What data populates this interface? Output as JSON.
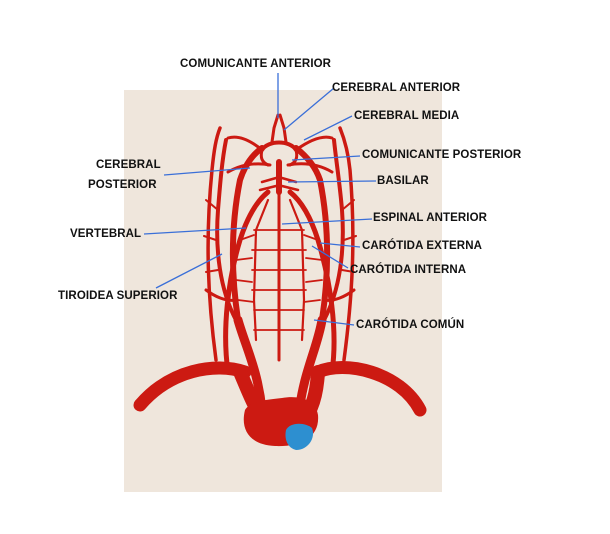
{
  "colors": {
    "paper": "#efe6dc",
    "artery": "#cc1a12",
    "artery_dark": "#a8130d",
    "leader": "#3a6fd8",
    "text": "#111111",
    "blue_patch": "#2d8fd0"
  },
  "labels": {
    "comunicante_anterior": "COMUNICANTE ANTERIOR",
    "cerebral_anterior": "CEREBRAL ANTERIOR",
    "cerebral_media": "CEREBRAL MEDIA",
    "cerebral_posterior_1": "CEREBRAL",
    "cerebral_posterior_2": "POSTERIOR",
    "comunicante_posterior": "COMUNICANTE POSTERIOR",
    "basilar": "BASILAR",
    "espinal_anterior": "ESPINAL ANTERIOR",
    "vertebral": "VERTEBRAL",
    "carotida_externa": "CARÓTIDA EXTERNA",
    "carotida_interna": "CARÓTIDA INTERNA",
    "tiroidea_superior": "TIROIDEA SUPERIOR",
    "carotida_comun": "CARÓTIDA COMÚN"
  }
}
